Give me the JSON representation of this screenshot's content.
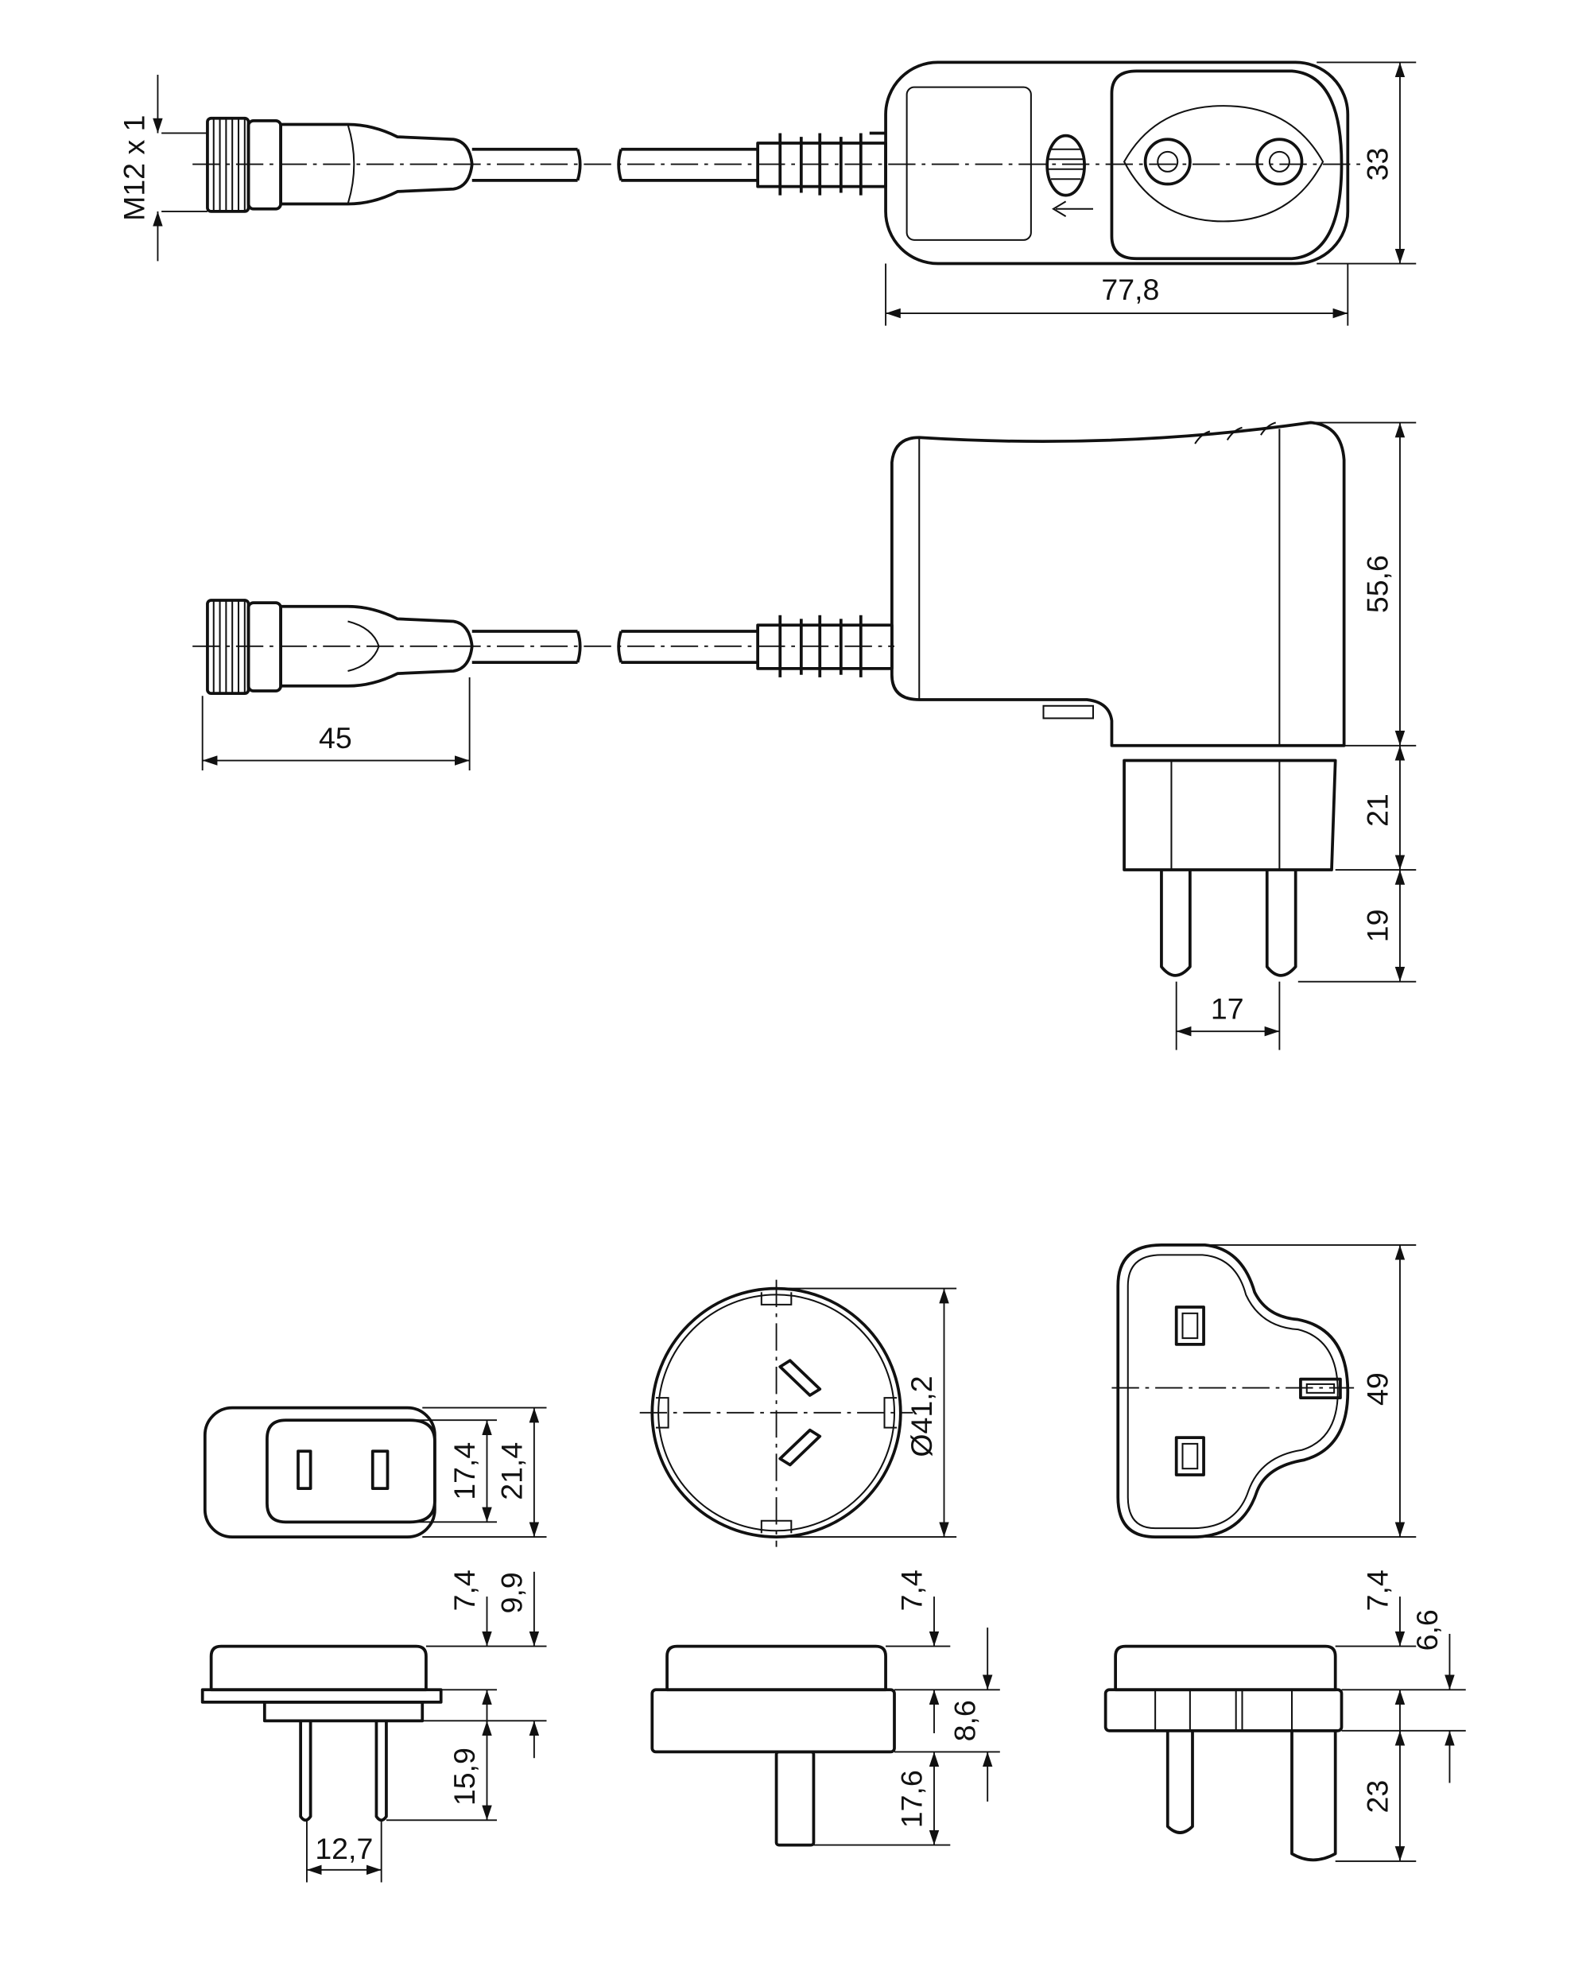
{
  "drawing": {
    "colors": {
      "line": "#111111",
      "background": "#ffffff"
    },
    "top_view": {
      "thread": "M12 x 1",
      "height": "33",
      "length": "77,8"
    },
    "side_view": {
      "height": "55,6",
      "connector_length": "45",
      "plug_base": "21",
      "pin_length": "19",
      "pin_spacing": "17"
    },
    "us_adapter": {
      "inner_width": "17,4",
      "outer_width": "21,4",
      "top_height": "7,4",
      "total_height": "9,9",
      "pin_length": "15,9",
      "pin_spacing": "12,7"
    },
    "au_adapter": {
      "diameter": "Ø41,2",
      "top_height": "7,4",
      "base_height": "8,6",
      "pin_length": "17,6"
    },
    "uk_adapter": {
      "width": "49",
      "top_height": "7,4",
      "base_height": "6,6",
      "pin_length": "23"
    }
  }
}
